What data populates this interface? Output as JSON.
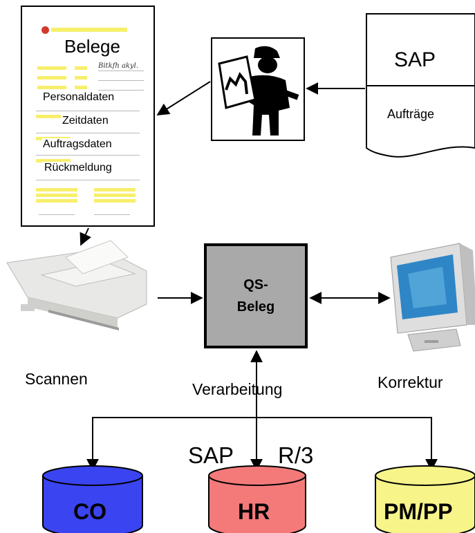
{
  "document": {
    "title": "Belege",
    "sections": [
      "Personaldaten",
      "Zeitdaten",
      "Auftragsdaten",
      "Rückmeldung"
    ]
  },
  "sap_source": {
    "title": "SAP",
    "subtitle": "Aufträge"
  },
  "processing": {
    "qs_label": "QS-\nBeleg",
    "scan_label": "Scannen",
    "correction_label": "Korrektur",
    "processing_label": "Verarbeitung"
  },
  "system": {
    "sap_label": "SAP",
    "release_label": "R/3"
  },
  "modules": [
    {
      "label": "CO",
      "color": "#3a44f0"
    },
    {
      "label": "HR",
      "color": "#f47a7a"
    },
    {
      "label": "PM/PP",
      "color": "#f7f48a"
    }
  ]
}
